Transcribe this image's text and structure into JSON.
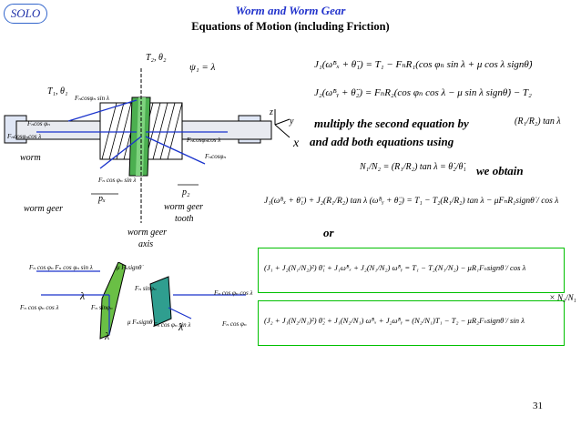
{
  "header": {
    "badge": "SOLO",
    "title": "Worm and Worm Gear",
    "subtitle": "Equations of Motion (including Friction)"
  },
  "equations": {
    "eq1": "J₁(ω̇ᴮₓ + θ̈₁) = T₁ − FₙR₁(cos φₙ sin λ + μ cos λ signθ̇)",
    "eq2": "J₂(ω̇ᴮᵧ + θ̈₂) = FₙR₂(cos φₙ cos λ − μ sin λ signθ̇) − T₂",
    "multiply_text": "multiply the second equation by",
    "factor": "(R₁/R₂) tan λ",
    "add_text": "and add both equations using",
    "ratio": "N₁/N₂ = (R₁/R₂) tan λ = θ̇₂/θ̇₁",
    "obtain_text": "we obtain",
    "combined": "J₁(ω̇ᴮₓ + θ̈₁) + J₂(R₁/R₂) tan λ (ω̇ᴮᵧ + θ̈₂) = T₁ − T₂(R₁/R₂) tan λ − μFₙR₁signθ̇ / cos λ",
    "or_text": "or",
    "box1": "(J₁ + J₂(N₁/N₂)²) θ̈₁ + J₁ω̇ᴮₓ + J₂(N₁/N₂) ω̇ᴮᵧ = T₁ − T₂(N₁/N₂) − μR₁Fₙsignθ̇ / cos λ",
    "box2": "(J₂ + J₁(N₂/N₁)²) θ̈₂ + J₁(N₂/N₁) ω̇ᴮₓ + J₂ω̇ᴮᵧ = (N₂/N₁)T₁ − T₂ − μR₂Fₙsignθ̇ / sin λ",
    "times": "×",
    "box_factor": "N₂/N₁"
  },
  "diagram_labels": {
    "T2": "T₂, θ₂",
    "psi": "ψ₁ = λ",
    "T1": "T₁, θ₁",
    "Fn_sin": "Fₙcosφₙ sin λ",
    "Fn_cos_top": "Fₙcos φₙ",
    "Fn_left": "Fₙcosφₙcos λ",
    "worm": "worm",
    "z": "z",
    "y": "y",
    "x": "x",
    "Fn_right": "Fₙcosφₙcos λ",
    "Fn_cos_right": "Fₙcosφₙ",
    "Fn_bottom": "Fₙ cos φₙ sin λ",
    "px": "pₓ",
    "p2": "p₂",
    "worm_geer": "worm geer",
    "worm_geer_tooth_1": "worm geer",
    "worm_geer_tooth_2": "tooth",
    "worm_geer_axis_1": "worm geer",
    "worm_geer_axis_2": "axis"
  },
  "lower_labels": {
    "top": "Fₙ cos φₙ Fₙ cos φₙ sin λ",
    "mu_sign": "μ Fₙsignθ̇",
    "lambda1": "λ",
    "Fn_sin_phi": "Fₙ sinφₙ",
    "left": "Fₙ cos φₙ cos λ",
    "mu_sign2": "μ Fₙsignθ̇",
    "cos_sin": "Fₙ cos φₙ sin λ",
    "Fn_sin_mid": "Fₙ sinφₙ",
    "right_top": "Fₙ cos φₙ cos λ",
    "right_bottom": "Fₙ cos φₙ",
    "lambda2": "λ",
    "lambda3": "λ"
  },
  "page_number": "31"
}
